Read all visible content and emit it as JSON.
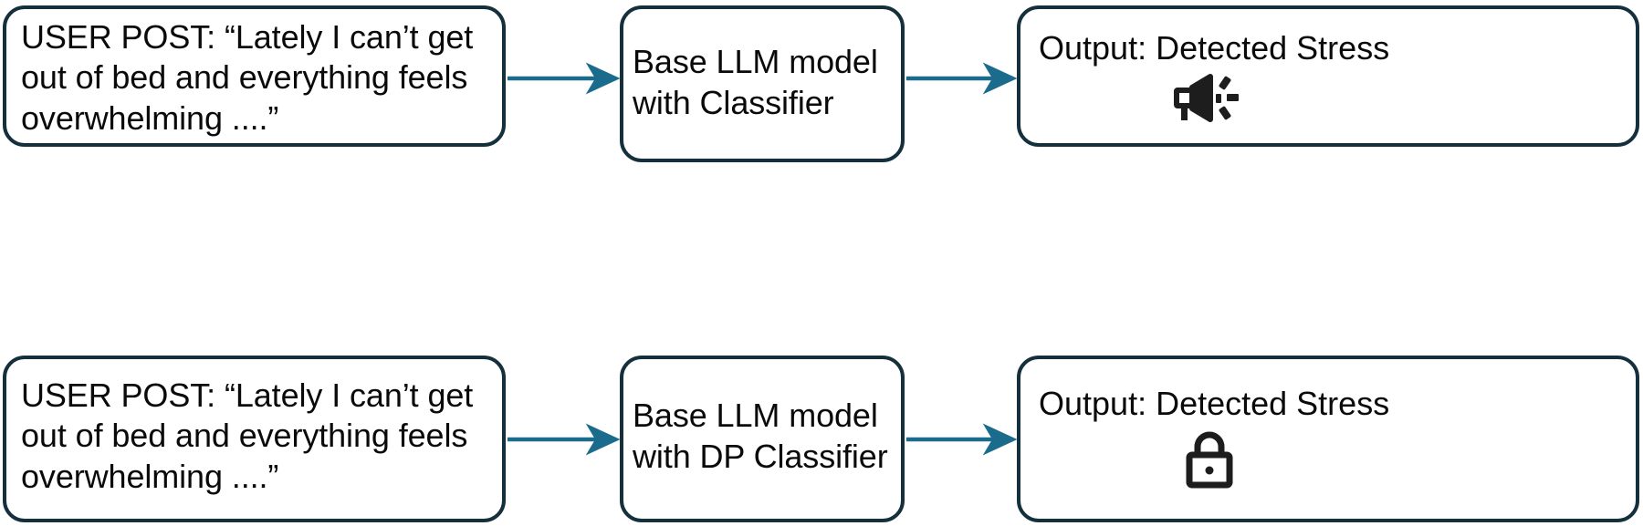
{
  "diagram": {
    "title": "LLM stress detection pipeline comparison",
    "colors": {
      "box_border": "#15303d",
      "arrow": "#1b6c8c",
      "text": "#0a0a0a",
      "background": "#ffffff"
    },
    "rows": [
      {
        "id": "row-baseline",
        "post": {
          "text": "USER POST: “Lately I can’t get out of bed and everything feels overwhelming ....”"
        },
        "model": {
          "text": "Base LLM model with Classifier"
        },
        "output": {
          "label": "Output: Detected Stress",
          "icon": "megaphone-icon"
        },
        "arrows": [
          {
            "id": "arrow-post-to-model",
            "label": ""
          },
          {
            "id": "arrow-model-to-output",
            "label": ""
          }
        ]
      },
      {
        "id": "row-dp",
        "post": {
          "text": "USER POST: “Lately I can’t get out of bed and everything feels overwhelming ....”"
        },
        "model": {
          "text": "Base LLM model with DP Classifier"
        },
        "output": {
          "label": "Output: Detected Stress",
          "icon": "lock-icon"
        },
        "arrows": [
          {
            "id": "arrow-post-to-model",
            "label": ""
          },
          {
            "id": "arrow-model-to-output",
            "label": ""
          }
        ]
      }
    ]
  }
}
